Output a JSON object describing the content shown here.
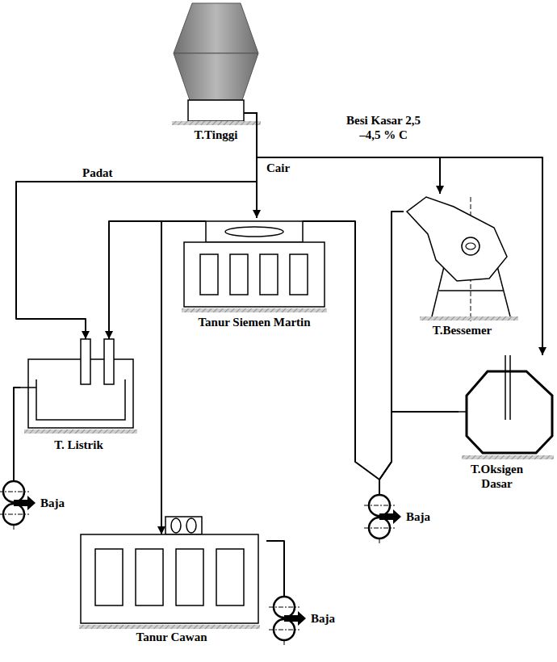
{
  "diagram": {
    "nodes": [
      {
        "text": [
          "T.Tinggi"
        ]
      },
      {
        "text": [
          "T.Bessemer"
        ]
      },
      {
        "text": [
          "Tanur Siemen Martin"
        ]
      },
      {
        "text": [
          "T. Listrik"
        ]
      },
      {
        "text": [
          "T.Oksigen Dasar"
        ]
      },
      {
        "text": [
          "Baja"
        ]
      },
      {
        "text": [
          "Baja"
        ]
      },
      {
        "text": [
          "Tanur Cawan"
        ]
      },
      {
        "text": [
          "Baja"
        ]
      }
    ],
    "edges": [
      {
        "from": 0,
        "to": 1,
        "arrow": "to"
      },
      {
        "from": 0,
        "to": 4,
        "arrow": "to"
      },
      {
        "from": 0,
        "to": 2,
        "arrow": "to"
      },
      {
        "from": 0,
        "to": 3,
        "arrow": "to"
      },
      {
        "from": 2,
        "to": 3,
        "arrow": "to"
      },
      {
        "from": 2,
        "to": 7,
        "arrow": "to"
      },
      {
        "from": 2,
        "to": 6,
        "arrow": "none"
      },
      {
        "from": 1,
        "to": 6,
        "arrow": "none"
      },
      {
        "from": 4,
        "to": 6,
        "arrow": "none"
      },
      {
        "from": 3,
        "to": 5,
        "arrow": "none"
      },
      {
        "from": 7,
        "to": 8,
        "arrow": "none"
      }
    ],
    "labels": [
      "Besi Kasar 2,5 –4,5 % C",
      "Cair",
      "Padat"
    ]
  }
}
